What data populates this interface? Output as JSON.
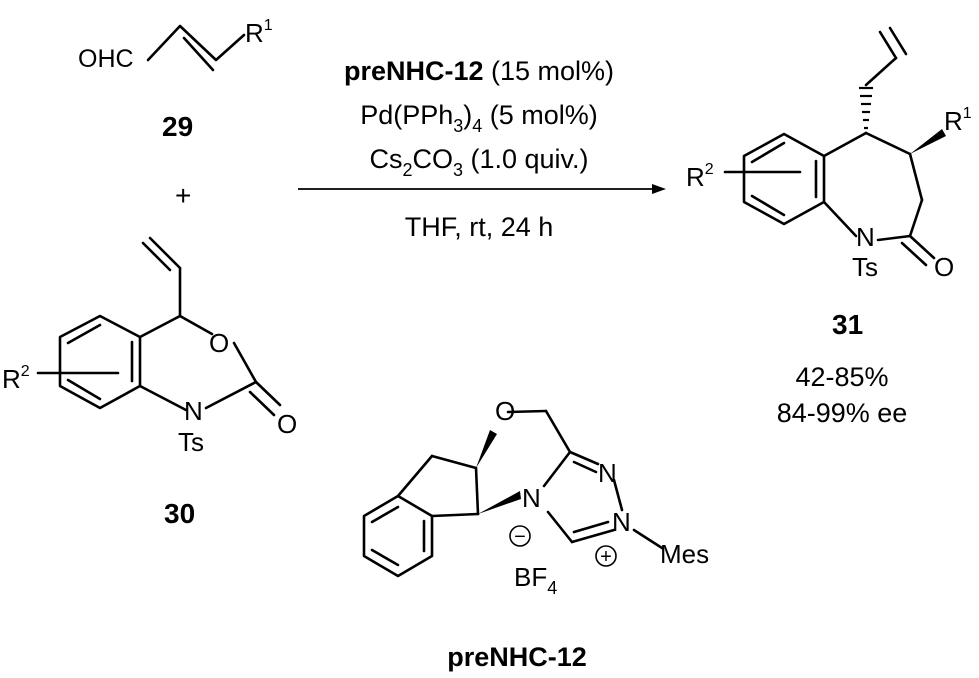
{
  "reagent29": {
    "cho": "OHC",
    "r_main": "R",
    "r_sup": "1",
    "number": "29"
  },
  "plus": "+",
  "reagent30": {
    "r_main": "R",
    "r_sup": "2",
    "o_ring": "O",
    "o_carbonyl": "O",
    "n": "N",
    "ts": "Ts",
    "number": "30"
  },
  "conditions": {
    "catalyst": "preNHC-12",
    "catalyst_load": " (15 mol%)",
    "pd_pre": "Pd(PPh",
    "pd_sub": "3",
    "pd_close": ")",
    "pd_sub2": "4",
    "pd_load": " (5 mol%)",
    "base_a": "Cs",
    "base_sub1": "2",
    "base_b": "CO",
    "base_sub2": "3",
    "base_load": " (1.0 quiv.)",
    "solvent": "THF, rt, 24 h"
  },
  "product31": {
    "r1_main": "R",
    "r1_sup": "1",
    "r2_main": "R",
    "r2_sup": "2",
    "n": "N",
    "ts": "Ts",
    "o": "O",
    "number": "31",
    "yield": "42-85%",
    "ee": "84-99% ee"
  },
  "preNHC": {
    "o": "O",
    "n1": "N",
    "n2": "N",
    "n3": "N",
    "mes": "Mes",
    "minus": "−",
    "plus": "+",
    "bf_main": "BF",
    "bf_sub": "4",
    "name": "preNHC-12"
  },
  "colors": {
    "ink": "#000000",
    "background": "#ffffff"
  }
}
